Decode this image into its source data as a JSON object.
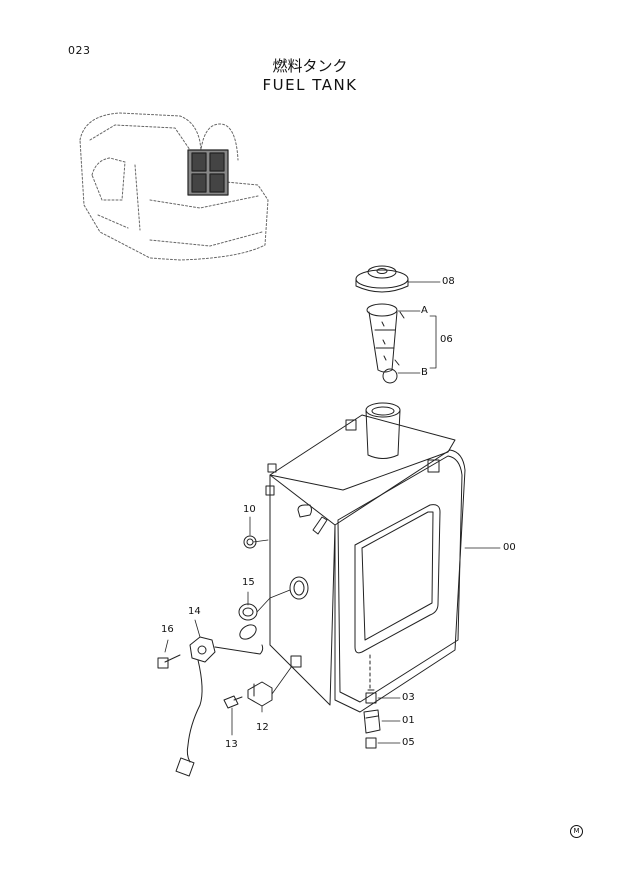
{
  "page_number": "023",
  "title_jp": "燃料タンク",
  "title_en": "FUEL TANK",
  "callouts": {
    "c08": "08",
    "c06": "06",
    "cA": "A",
    "cB": "B",
    "c00": "00",
    "c10": "10",
    "c15": "15",
    "c14": "14",
    "c16": "16",
    "c12": "12",
    "c13": "13",
    "c03": "03",
    "c01": "01",
    "c05": "05"
  },
  "corner_mark": "M"
}
